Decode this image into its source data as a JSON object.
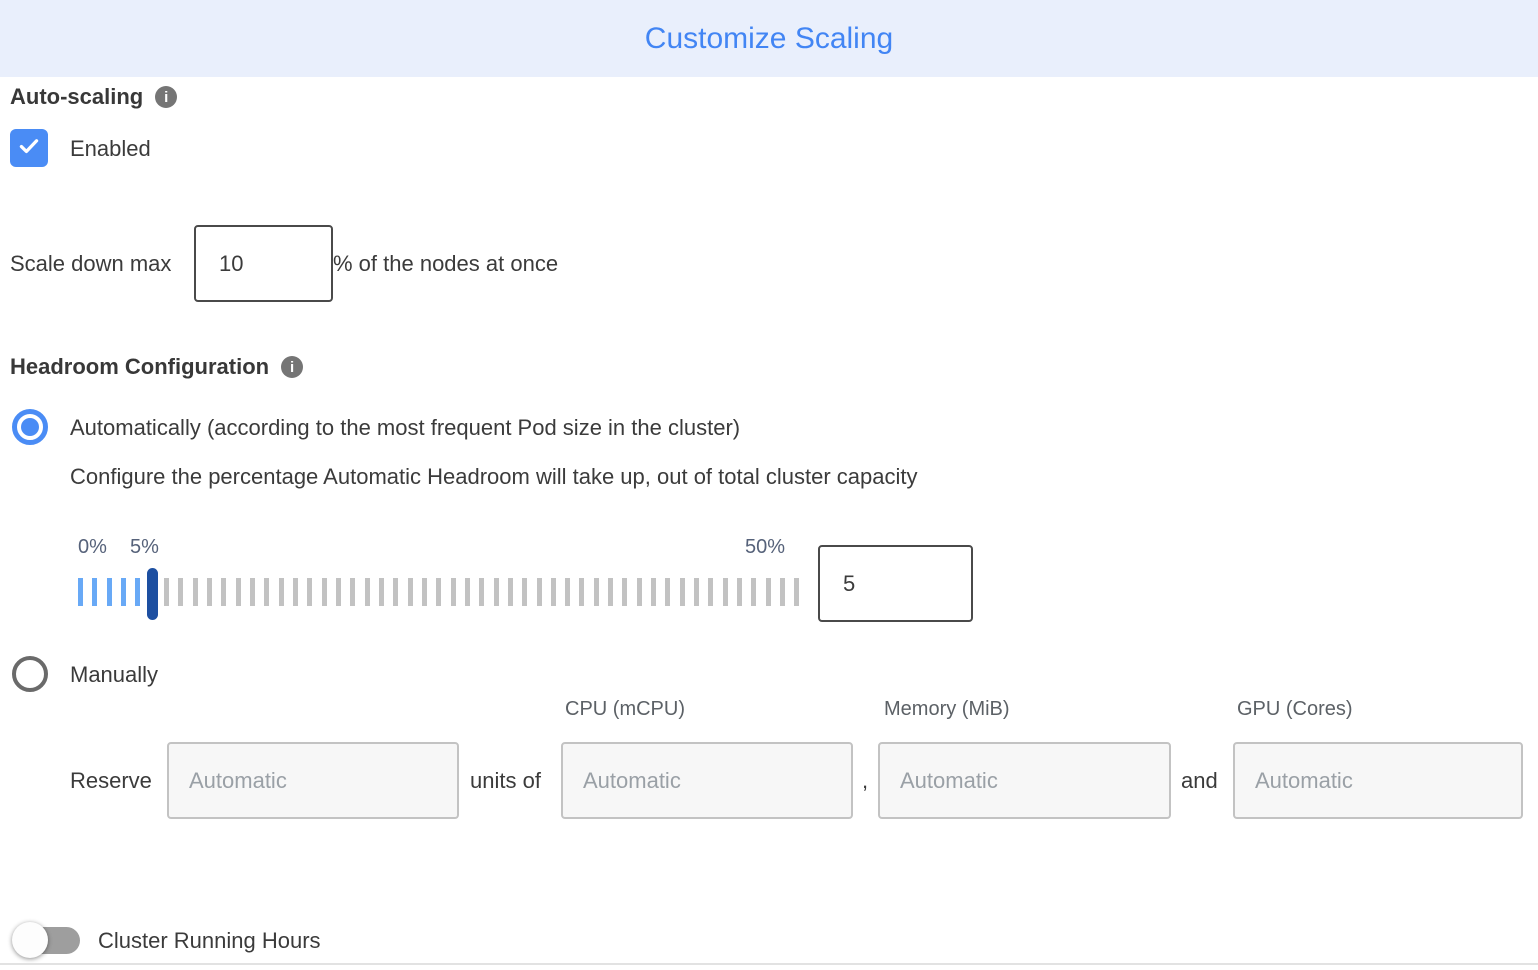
{
  "header": {
    "title": "Customize Scaling"
  },
  "auto_scaling": {
    "heading": "Auto-scaling",
    "checkbox_checked": true,
    "enabled_label": "Enabled"
  },
  "scale_down": {
    "prefix": "Scale down max",
    "value": "10",
    "suffix": "% of the nodes at once"
  },
  "headroom": {
    "heading": "Headroom Configuration",
    "auto_option_label": "Automatically (according to the most frequent Pod size in the cluster)",
    "auto_option_selected": true,
    "description": "Configure the percentage Automatic Headroom will take up, out of total cluster capacity",
    "slider": {
      "min_label": "0%",
      "current_label": "5%",
      "max_label": "50%",
      "min": 0,
      "max": 50,
      "current": 5,
      "tick_count": 51,
      "filled_through_index": 5,
      "handle_index": 5,
      "value_input": "5",
      "tick_color": "#c2c2c2",
      "filled_tick_color": "#68a9f6",
      "handle_color": "#1d4fa1"
    },
    "manual_option_label": "Manually",
    "manual_option_selected": false
  },
  "manual_reserve": {
    "column_headers": [
      "CPU (mCPU)",
      "Memory (MiB)",
      "GPU (Cores)"
    ],
    "reserve_label": "Reserve",
    "units_of_label": "units of",
    "comma_separator": ",",
    "and_separator": "and",
    "inputs": {
      "reserve_placeholder": "Automatic",
      "cpu_placeholder": "Automatic",
      "memory_placeholder": "Automatic",
      "gpu_placeholder": "Automatic"
    }
  },
  "cluster_running_hours": {
    "label": "Cluster Running Hours",
    "enabled": false
  },
  "colors": {
    "accent_blue": "#4285f4",
    "header_background": "#e9effc",
    "checkbox_blue": "#4a8cf5",
    "slider_handle_blue": "#1d4fa1",
    "info_icon_gray": "#757575"
  }
}
